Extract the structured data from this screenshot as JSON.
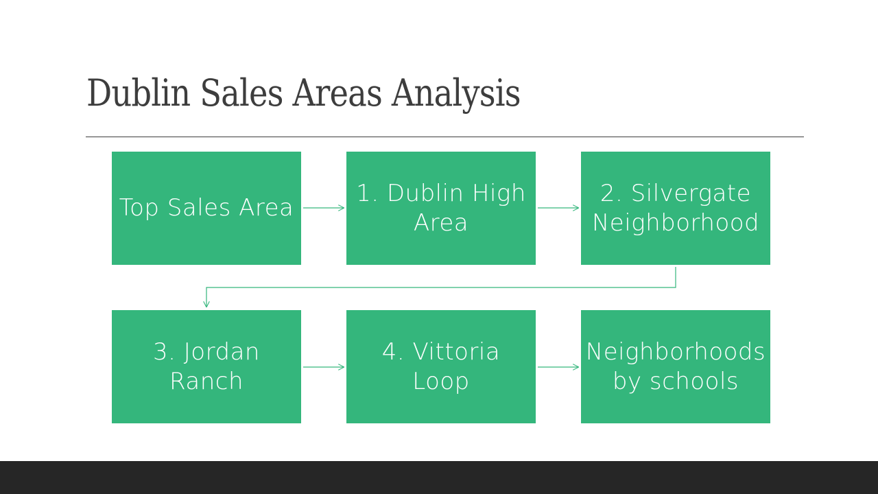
{
  "slide": {
    "title": "Dublin Sales Areas Analysis"
  },
  "flow": {
    "steps": [
      {
        "label": "Top Sales Area"
      },
      {
        "label": "1. Dublin  High Area"
      },
      {
        "label": "2. Silvergate Neighborhood"
      },
      {
        "label": "3. Jordan Ranch"
      },
      {
        "label": "4. Vittoria Loop"
      },
      {
        "label": "Neighborhoods by schools"
      }
    ]
  },
  "colors": {
    "box_fill": "#34b67c",
    "connector": "#34b67c",
    "title_text": "#3d3d3d",
    "footer_bar": "#262626"
  }
}
